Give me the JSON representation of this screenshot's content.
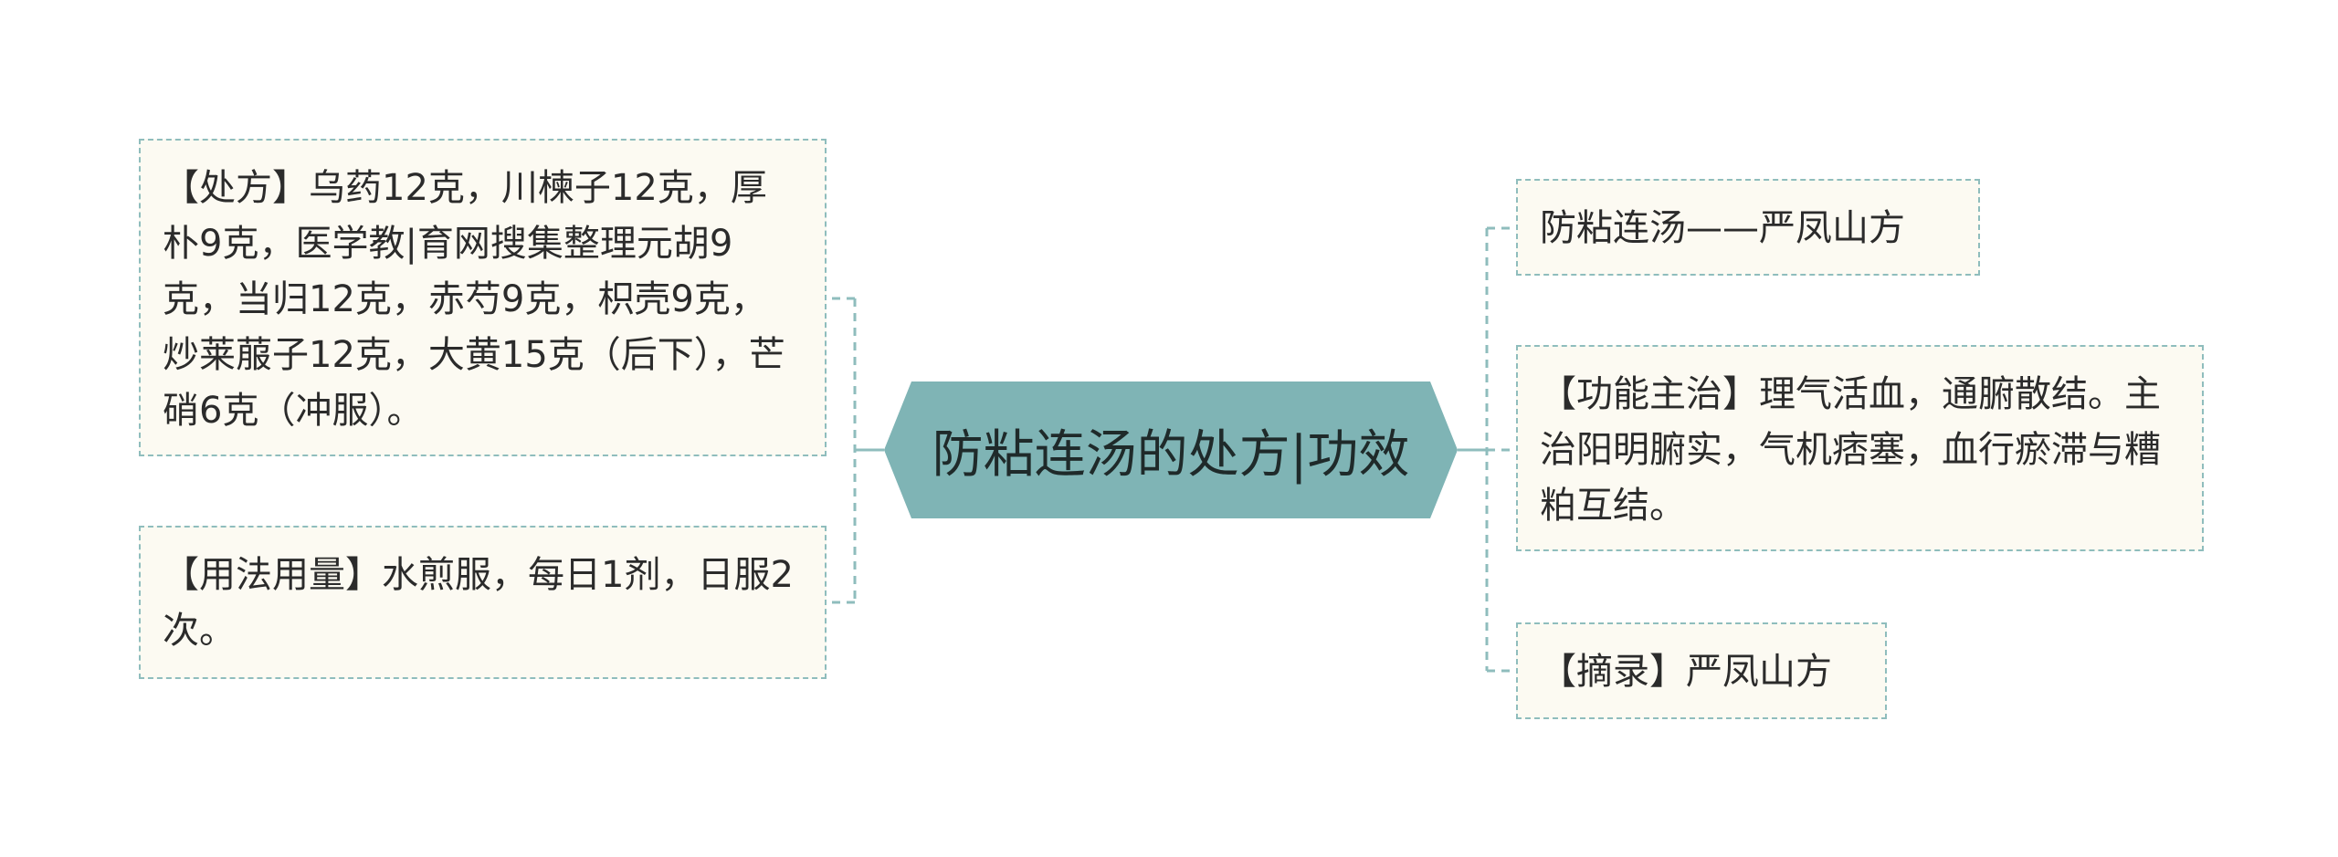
{
  "colors": {
    "center_fill": "#7fb4b5",
    "node_fill": "#fcfaf2",
    "node_border": "#8fbdbd",
    "connector": "#8fbdbd",
    "text": "#2b2b2b"
  },
  "center": {
    "label": "防粘连汤的处方|功效"
  },
  "left_nodes": [
    {
      "text": "【处方】乌药12克，川楝子12克，厚朴9克，医学教|育网搜集整理元胡9克，当归12克，赤芍9克，枳壳9克，炒莱菔子12克，大黄15克（后下），芒硝6克（冲服）。"
    },
    {
      "text": "【用法用量】水煎服，每日1剂，日服2次。"
    }
  ],
  "right_nodes": [
    {
      "text": "防粘连汤——严凤山方"
    },
    {
      "text": "【功能主治】理气活血，通腑散结。主治阳明腑实，气机痞塞，血行瘀滞与糟粕互结。"
    },
    {
      "text": "【摘录】严凤山方"
    }
  ]
}
